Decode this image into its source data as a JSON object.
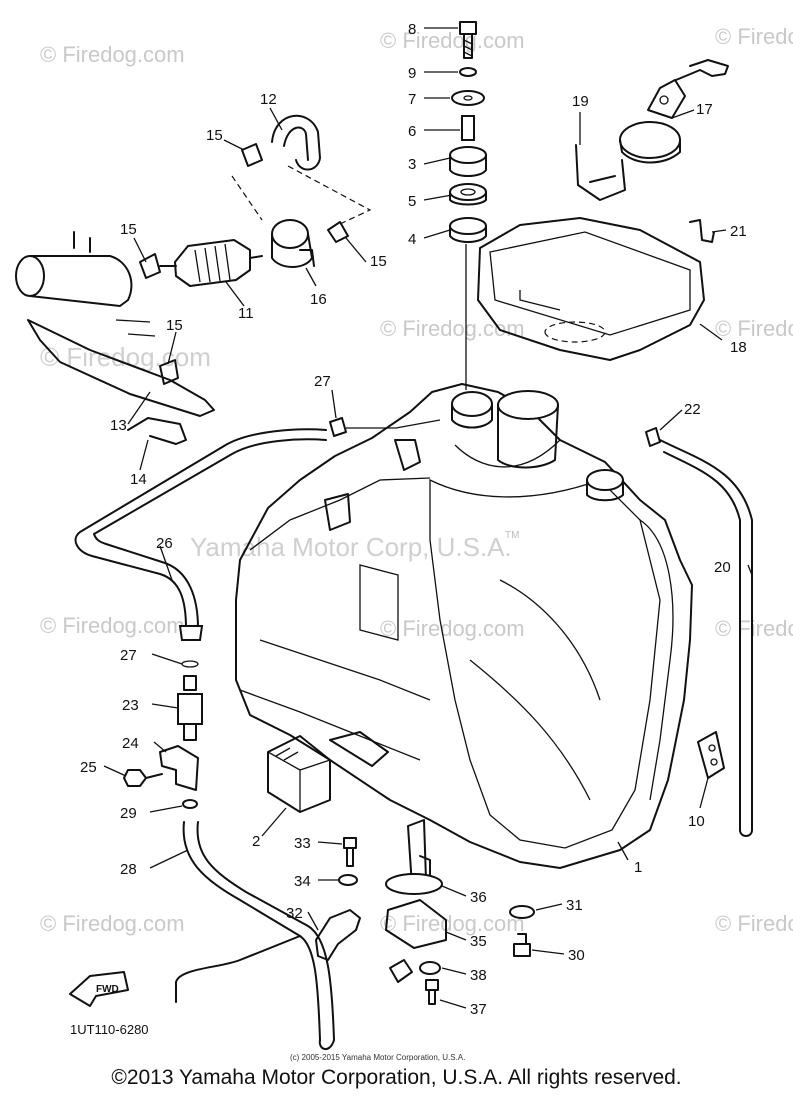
{
  "diagram": {
    "watermarks": {
      "firedog_text": "© Firedog.com",
      "corp_text": "Yamaha Motor Corp, U.S.A.",
      "tm": "TM"
    },
    "callouts": [
      "1",
      "2",
      "3",
      "4",
      "5",
      "6",
      "7",
      "8",
      "9",
      "10",
      "11",
      "12",
      "13",
      "14",
      "15",
      "16",
      "17",
      "18",
      "19",
      "20",
      "21",
      "22",
      "23",
      "24",
      "25",
      "26",
      "27",
      "28",
      "29",
      "30",
      "31",
      "32",
      "33",
      "34",
      "35",
      "36",
      "37",
      "38"
    ],
    "fwd_label": "FWD",
    "drawing_code": "1UT110-6280",
    "small_copyright": "(c) 2005-2015 Yamaha Motor Corporation, U.S.A.",
    "copyright": "©2013 Yamaha Motor Corporation, U.S.A. All rights reserved."
  }
}
